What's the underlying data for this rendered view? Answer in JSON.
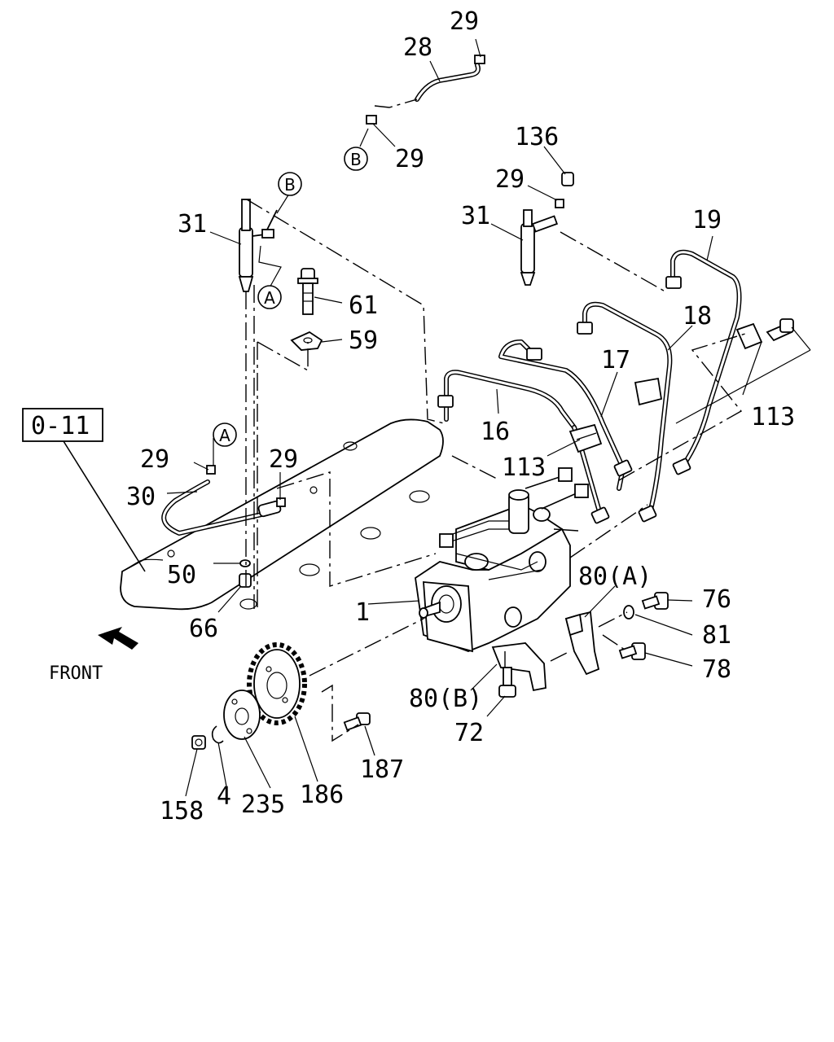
{
  "labels": {
    "ref_box": "0-11",
    "front": "FRONT",
    "p1": "1",
    "p4": "4",
    "p16": "16",
    "p17": "17",
    "p18": "18",
    "p19": "19",
    "p28": "28",
    "p29_top": "29",
    "p29_mid": "29",
    "p29_right": "29",
    "p29_left": "29",
    "p29_center": "29",
    "p30": "30",
    "p31_left": "31",
    "p31_right": "31",
    "p50": "50",
    "p59": "59",
    "p61": "61",
    "p66": "66",
    "p72": "72",
    "p76": "76",
    "p78": "78",
    "p80a": "80(A)",
    "p80b": "80(B)",
    "p81": "81",
    "p113_right": "113",
    "p113_center": "113",
    "p136": "136",
    "p158": "158",
    "p186": "186",
    "p187": "187",
    "p235": "235",
    "circle_a_left": "A",
    "circle_a_mid": "A",
    "circle_b_top": "B",
    "circle_b_right": "B"
  }
}
